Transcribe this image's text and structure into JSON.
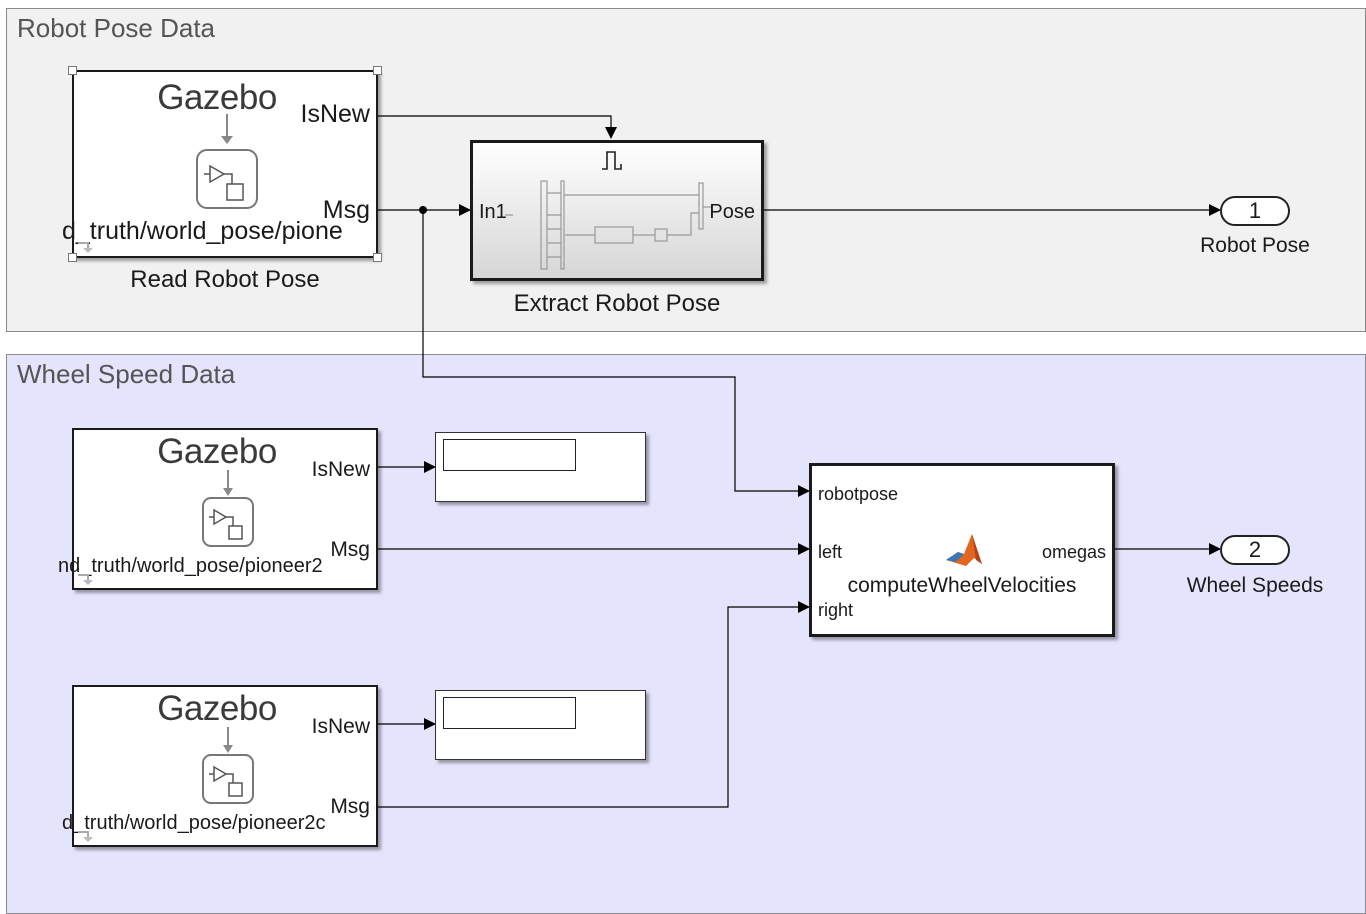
{
  "areas": {
    "pose_title": "Robot Pose Data",
    "wheel_title": "Wheel Speed Data"
  },
  "gazebo_blocks": [
    {
      "title": "Gazebo",
      "out1": "IsNew",
      "out2": "Msg",
      "topic": "d_truth/world_pose/pione",
      "caption": "Read Robot Pose"
    },
    {
      "title": "Gazebo",
      "out1": "IsNew",
      "out2": "Msg",
      "topic": "nd_truth/world_pose/pioneer2"
    },
    {
      "title": "Gazebo",
      "out1": "IsNew",
      "out2": "Msg",
      "topic": "d_truth/world_pose/pioneer2c"
    }
  ],
  "extract_block": {
    "in_port": "In1",
    "out_port": "Pose",
    "caption": "Extract Robot Pose"
  },
  "compute_block": {
    "in_ports": [
      "robotpose",
      "left",
      "right"
    ],
    "out_port": "omegas",
    "name": "computeWheelVelocities"
  },
  "outports": [
    {
      "number": "1",
      "label": "Robot Pose"
    },
    {
      "number": "2",
      "label": "Wheel Speeds"
    }
  ],
  "colors": {
    "pose_area_bg": "#f1f1f1",
    "wheel_area_bg": "#e4e4fc",
    "matlab_icon": "#e2661d"
  }
}
